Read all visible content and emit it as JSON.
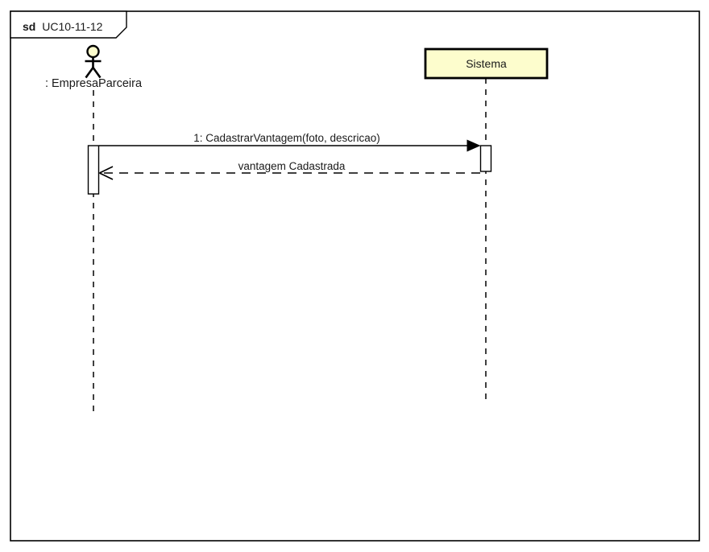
{
  "diagram": {
    "type": "uml-sequence-diagram",
    "frame_label": {
      "keyword": "sd",
      "name": "UC10-11-12"
    },
    "lifelines": [
      {
        "id": "empresa-parceira",
        "kind": "actor",
        "label": ": EmpresaParceira"
      },
      {
        "id": "sistema",
        "kind": "object",
        "label": "Sistema"
      }
    ],
    "messages": [
      {
        "seq": "1",
        "label": "1: CadastrarVantagem(foto, descricao)",
        "kind": "synchronous-call",
        "from": "empresa-parceira",
        "to": "sistema"
      },
      {
        "seq": "",
        "label": "vantagem Cadastrada",
        "kind": "return",
        "from": "sistema",
        "to": "empresa-parceira"
      }
    ],
    "colors": {
      "node_fill": "#FDFDCD",
      "line": "#000000",
      "background": "#FFFFFF",
      "activation_fill": "#FFFFFF"
    }
  }
}
